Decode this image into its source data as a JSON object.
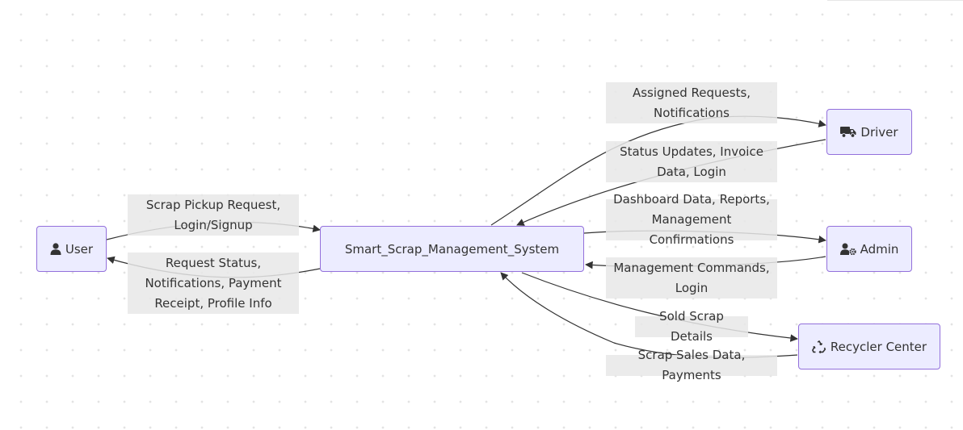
{
  "nodes": {
    "user": "User",
    "system": "Smart_Scrap_Management_System",
    "driver": "Driver",
    "admin": "Admin",
    "recycler": "Recycler Center"
  },
  "edges": {
    "user_to_system": "Scrap Pickup Request, Login/Signup",
    "system_to_user": "Request Status, Notifications, Payment Receipt, Profile Info",
    "system_to_driver": "Assigned Requests, Notifications",
    "driver_to_system": "Status Updates, Invoice Data, Login",
    "system_to_admin": "Dashboard Data, Reports, Management Confirmations",
    "admin_to_system": "Management Commands, Login",
    "system_to_recycler": "Sold Scrap Details",
    "recycler_to_system": "Scrap Sales Data, Payments"
  },
  "icons": {
    "user": "user-icon",
    "driver": "truck-icon",
    "admin": "user-gear-icon",
    "recycler": "recycle-icon"
  },
  "colors": {
    "node_fill": "#ececff",
    "node_border": "#9370db",
    "edge": "#333333",
    "label_bg": "#e8e8e8"
  }
}
